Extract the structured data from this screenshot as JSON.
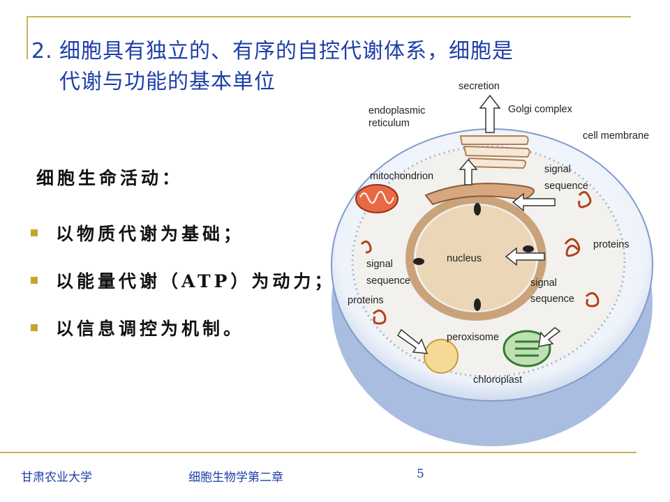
{
  "title": {
    "number": "2.",
    "line1": "细胞具有独立的、有序的自控代谢体系，细胞是",
    "line2": "代谢与功能的基本单位"
  },
  "subheading": "细胞生命活动：",
  "bullets": [
    "以物质代谢为基础；",
    "以能量代谢（ATP）为动力；",
    "以信息调控为机制。"
  ],
  "figure": {
    "labels": {
      "secretion": "secretion",
      "endoplasmic": "endoplasmic",
      "reticulum": "reticulum",
      "golgi": "Golgi complex",
      "cell_membrane": "cell membrane",
      "mitochondrion": "mitochondrion",
      "signal_1": "signal",
      "sequence_1": "sequence",
      "nucleus": "nucleus",
      "proteins_right": "proteins",
      "signal_left": "signal",
      "sequence_left": "sequence",
      "signal_2": "signal",
      "sequence_2": "sequence",
      "proteins_left": "proteins",
      "peroxisome": "peroxisome",
      "chloroplast": "chloroplast"
    }
  },
  "footer": {
    "university": "甘肃农业大学",
    "course": "细胞生物学第二章",
    "page": "5"
  },
  "colors": {
    "title": "#1f3fa8",
    "rule": "#c9b25a",
    "bullet": "#c8a52a"
  }
}
